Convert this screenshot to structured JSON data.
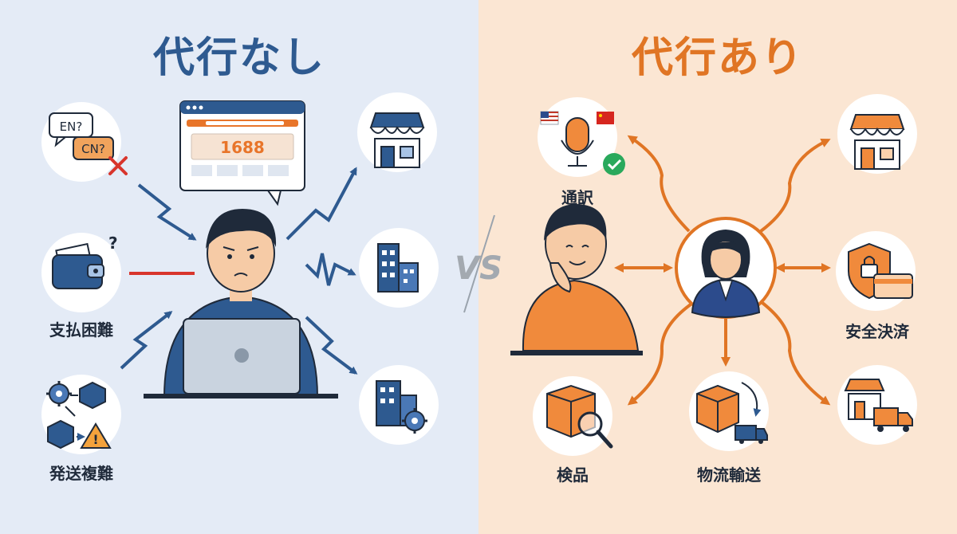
{
  "left": {
    "title": "代行なし",
    "labels": {
      "payment": "支払困難",
      "shipping": "発送複難"
    },
    "bubble_en": "EN?",
    "bubble_cn": "CN?",
    "browser_number": "1688"
  },
  "right": {
    "title": "代行あり",
    "labels": {
      "interpretation": "通訳",
      "secure_payment": "安全決済",
      "inspection": "検品",
      "logistics": "物流輸送"
    }
  },
  "vs": "VS",
  "colors": {
    "left_bg": "#e4ebf6",
    "right_bg": "#fbe6d3",
    "left_accent": "#2e5a90",
    "right_accent": "#e07524",
    "error_red": "#d8352c"
  }
}
